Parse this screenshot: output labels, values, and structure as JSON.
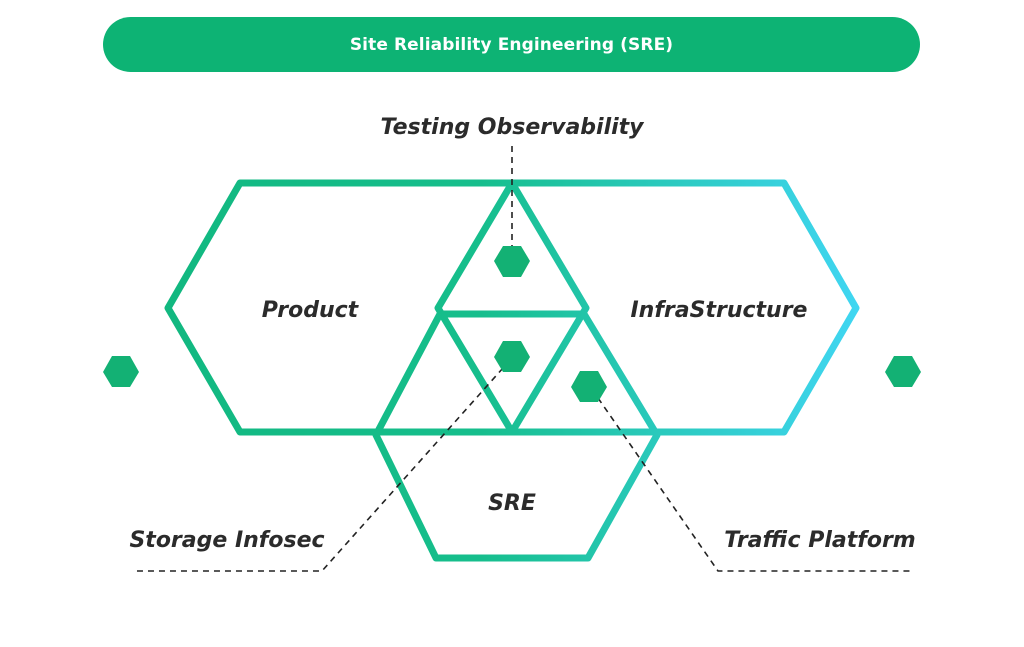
{
  "banner": {
    "title": "Site Reliability Engineering (SRE)"
  },
  "colors": {
    "banner": "#0db374",
    "gradient_start": "#12b880",
    "gradient_end": "#40d6f2",
    "node_fill": "#13b174",
    "text": "#2b2b2b"
  },
  "diagram": {
    "sets": [
      {
        "id": "product",
        "label": "Product"
      },
      {
        "id": "infrastructure",
        "label": "InfraStructure"
      },
      {
        "id": "sre",
        "label": "SRE"
      }
    ],
    "callouts": [
      {
        "id": "testing-observability",
        "label": "Testing Observability",
        "between": [
          "product",
          "infrastructure"
        ]
      },
      {
        "id": "storage-infosec",
        "label": "Storage Infosec",
        "between": [
          "product",
          "infrastructure",
          "sre"
        ]
      },
      {
        "id": "traffic-platform",
        "label": "Traffic Platform",
        "between": [
          "infrastructure",
          "sre"
        ]
      }
    ],
    "side_markers": [
      "left-marker",
      "right-marker"
    ]
  }
}
